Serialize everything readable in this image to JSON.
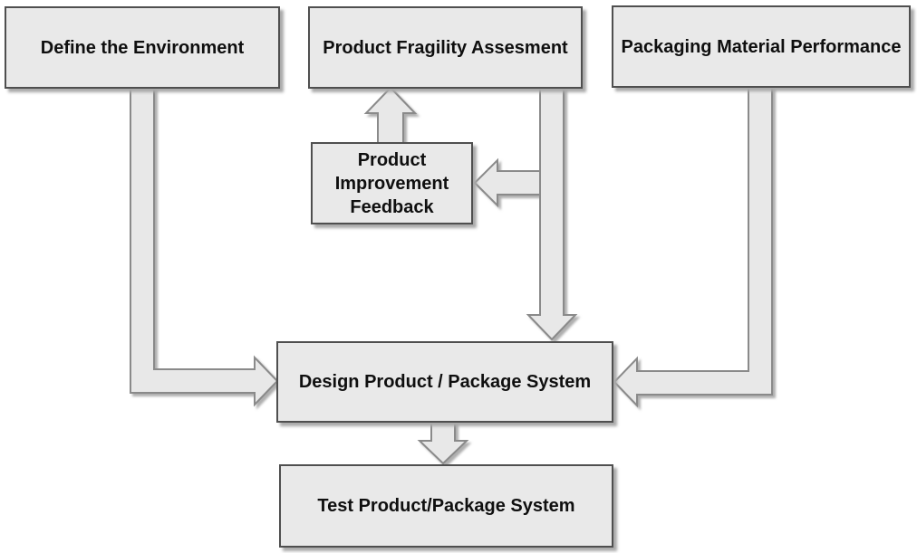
{
  "diagram": {
    "type": "flowchart",
    "colors": {
      "background": "#ffffff",
      "box_fill": "#e9e9e9",
      "box_border": "#4f4f4f",
      "arrow_fill": "#e8e8e8",
      "arrow_border": "#8a8a8a",
      "shadow": "#aaaaaa",
      "text": "#0f0f0f"
    },
    "nodes": {
      "define_environment": {
        "label": "Define the Environment"
      },
      "product_fragility": {
        "label": "Product Fragility Assesment"
      },
      "packaging_material": {
        "label": "Packaging Material Performance"
      },
      "improvement_feedback": {
        "label": "Product\nImprovement\nFeedback"
      },
      "design_system": {
        "label": "Design Product / Package System"
      },
      "test_system": {
        "label": "Test Product/Package System"
      }
    },
    "edges": [
      {
        "from": "Define the Environment",
        "to": "Design Product / Package System"
      },
      {
        "from": "Product Fragility Assesment",
        "to": "Product Improvement Feedback"
      },
      {
        "from": "Product Fragility Assesment",
        "to": "Design Product / Package System"
      },
      {
        "from": "Product Improvement Feedback",
        "to": "Product Fragility Assesment"
      },
      {
        "from": "Packaging Material Performance",
        "to": "Design Product / Package System"
      },
      {
        "from": "Design Product / Package System",
        "to": "Test Product/Package System"
      }
    ]
  }
}
